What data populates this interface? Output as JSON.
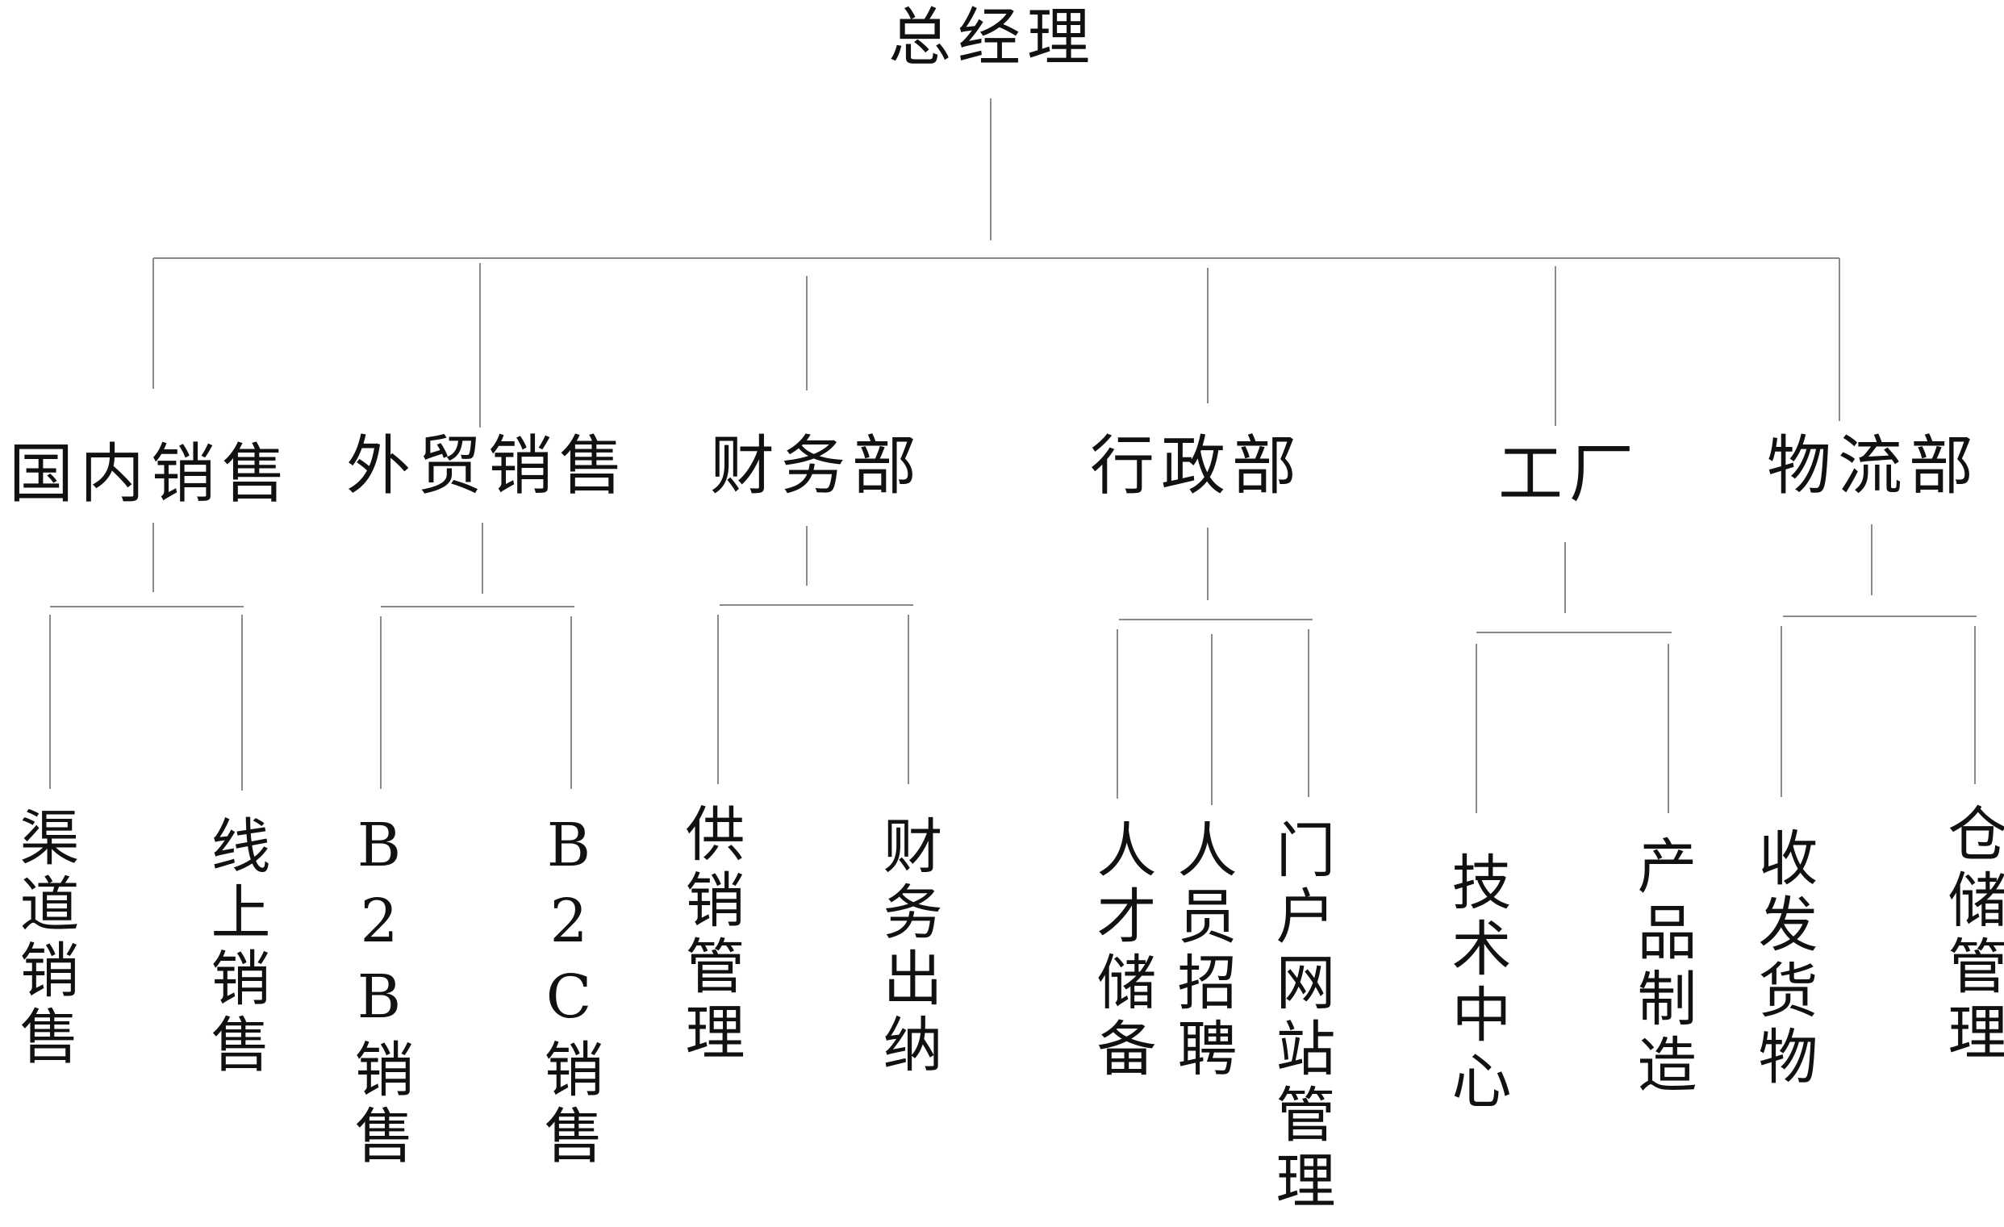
{
  "org": {
    "root": "总经理",
    "departments": [
      {
        "label": "国内销售",
        "children": [
          "渠道销售",
          "线上销售"
        ]
      },
      {
        "label": "外贸销售",
        "children": [
          "B2B销售",
          "B2C销售"
        ]
      },
      {
        "label": "财务部",
        "children": [
          "供销管理",
          "财务出纳"
        ]
      },
      {
        "label": "行政部",
        "children": [
          "人才储备",
          "人员招聘",
          "门户网站管理"
        ]
      },
      {
        "label": "工厂",
        "children": [
          "技术中心",
          "产品制造"
        ]
      },
      {
        "label": "物流部",
        "children": [
          "收发货物",
          "仓储管理"
        ]
      }
    ]
  },
  "style": {
    "line_color": "#8a8a8a",
    "text_color": "#111111"
  }
}
